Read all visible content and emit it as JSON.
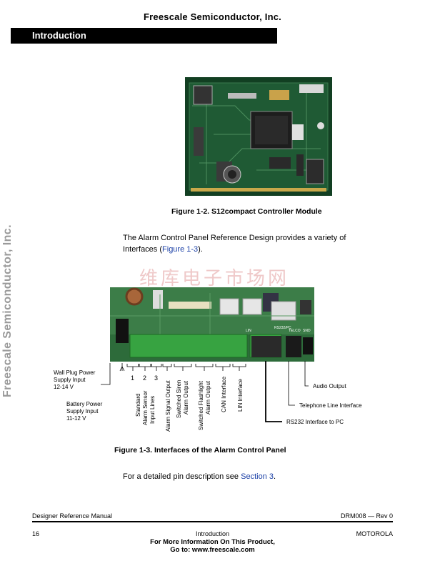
{
  "header": {
    "company": "Freescale Semiconductor, Inc."
  },
  "section": {
    "title": "Introduction"
  },
  "side_watermark": "Freescale Semiconductor, Inc.",
  "figure_1_2": {
    "caption": "Figure 1-2. S12compact Controller Module"
  },
  "intro_paragraph": {
    "line1": "The Alarm Control Panel Reference Design provides a variety of",
    "line2_prefix": "Interfaces (",
    "line2_link": "Figure 1-3",
    "line2_suffix": ")."
  },
  "cn_watermark": "维库电子市场网",
  "board_labels": {
    "rs232": "RS232/PC",
    "telco": "TELCO",
    "sound": "SND",
    "lin": "LIN"
  },
  "figure_1_3": {
    "caption": "Figure 1-3. Interfaces of the Alarm Control Panel",
    "left_labels": {
      "wall_plug": [
        "Wall Plug Power",
        "Supply Input",
        "12-14 V"
      ],
      "battery": [
        "Battery Power",
        "Supply Input",
        "11-12 V"
      ]
    },
    "sensor_numbers": [
      "1",
      "2",
      "3"
    ],
    "vertical_labels": {
      "sensor_1": "Standard",
      "sensor_2": "Alarm Sensor",
      "sensor_3": "Input Lines",
      "alarm_signal": "Alarm Signal Output",
      "siren_1": "Switched Siren",
      "siren_2": "Alarm Output",
      "flash_1": "Switched Flashlight",
      "flash_2": "Alarm Output",
      "can": "CAN Interface",
      "lin": "LIN Interface"
    },
    "right_labels": {
      "audio": "Audio Output",
      "telephone": "Telephone Line Interface",
      "rs232": "RS232 Interface to PC"
    }
  },
  "pin_paragraph": {
    "prefix": "For a detailed pin description see ",
    "link": "Section 3",
    "suffix": "."
  },
  "footer": {
    "manual": "Designer Reference Manual",
    "doc_id": "DRM008 — Rev 0",
    "page_number": "16",
    "section": "Introduction",
    "brand": "MOTOROLA",
    "more_info_1": "For More Information On This Product,",
    "more_info_2": "Go to: www.freescale.com"
  }
}
